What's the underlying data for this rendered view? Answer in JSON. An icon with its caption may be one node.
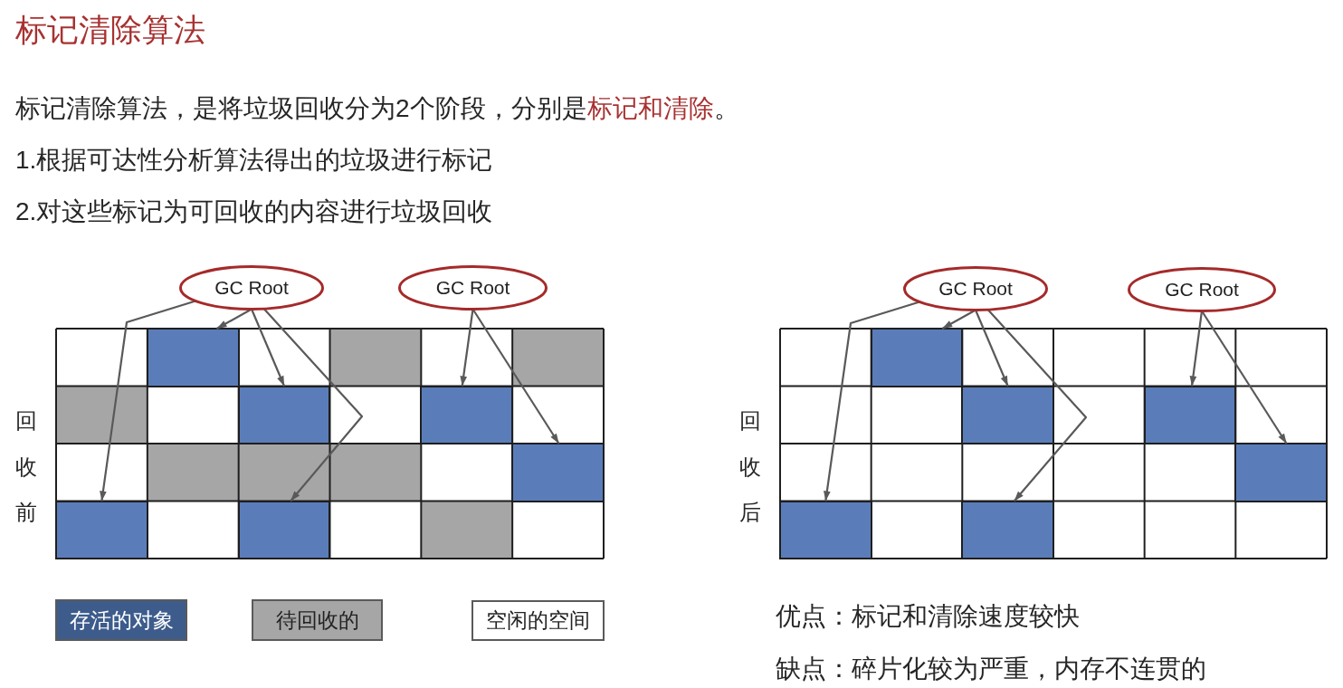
{
  "diagram": {
    "title": "标记清除算法",
    "nodes": [
      {
        "text": [
          "GC Root"
        ]
      },
      {
        "text": [
          "GC Root"
        ]
      },
      {
        "text": [],
        "shape": "box"
      },
      {
        "text": [],
        "shape": "box"
      },
      {
        "text": [],
        "shape": "box"
      },
      {
        "text": [],
        "shape": "box"
      },
      {
        "text": [],
        "shape": "box"
      },
      {
        "text": [],
        "shape": "box"
      },
      {
        "text": [
          "GC Root"
        ]
      },
      {
        "text": [
          "GC Root"
        ]
      },
      {
        "text": [],
        "shape": "box"
      },
      {
        "text": [],
        "shape": "box"
      },
      {
        "text": [],
        "shape": "box"
      },
      {
        "text": [],
        "shape": "box"
      },
      {
        "text": [],
        "shape": "box"
      },
      {
        "text": [],
        "shape": "box"
      }
    ],
    "edges": [
      {
        "from": 0,
        "to": 2,
        "arrow": "to"
      },
      {
        "from": 0,
        "to": 3,
        "arrow": "to"
      },
      {
        "from": 0,
        "to": 6,
        "arrow": "to"
      },
      {
        "from": 0,
        "to": 7,
        "arrow": "to"
      },
      {
        "from": 1,
        "to": 4,
        "arrow": "to"
      },
      {
        "from": 1,
        "to": 5,
        "arrow": "to"
      },
      {
        "from": 8,
        "to": 10,
        "arrow": "to"
      },
      {
        "from": 8,
        "to": 11,
        "arrow": "to"
      },
      {
        "from": 8,
        "to": 14,
        "arrow": "to"
      },
      {
        "from": 8,
        "to": 15,
        "arrow": "to"
      },
      {
        "from": 9,
        "to": 12,
        "arrow": "to"
      },
      {
        "from": 9,
        "to": 13,
        "arrow": "to"
      }
    ],
    "labels": [
      "标记清除算法，是将垃圾回收分为2个阶段，分别是**标记和清除**。",
      "1.根据可达性分析算法得出的垃圾进行标记",
      "2.对这些标记为可回收的内容进行垃圾回收",
      "回收前",
      "回收后",
      "优点：标记和清除速度较快",
      "缺点：碎片化较为严重，内存不连贯的"
    ],
    "legend": [
      {
        "text": "存活的对象",
        "color": "#3d5c8c"
      },
      {
        "text": "待回收的",
        "color": "#a6a6a6"
      },
      {
        "text": "空闲的空间",
        "color": "#ffffff"
      }
    ]
  }
}
